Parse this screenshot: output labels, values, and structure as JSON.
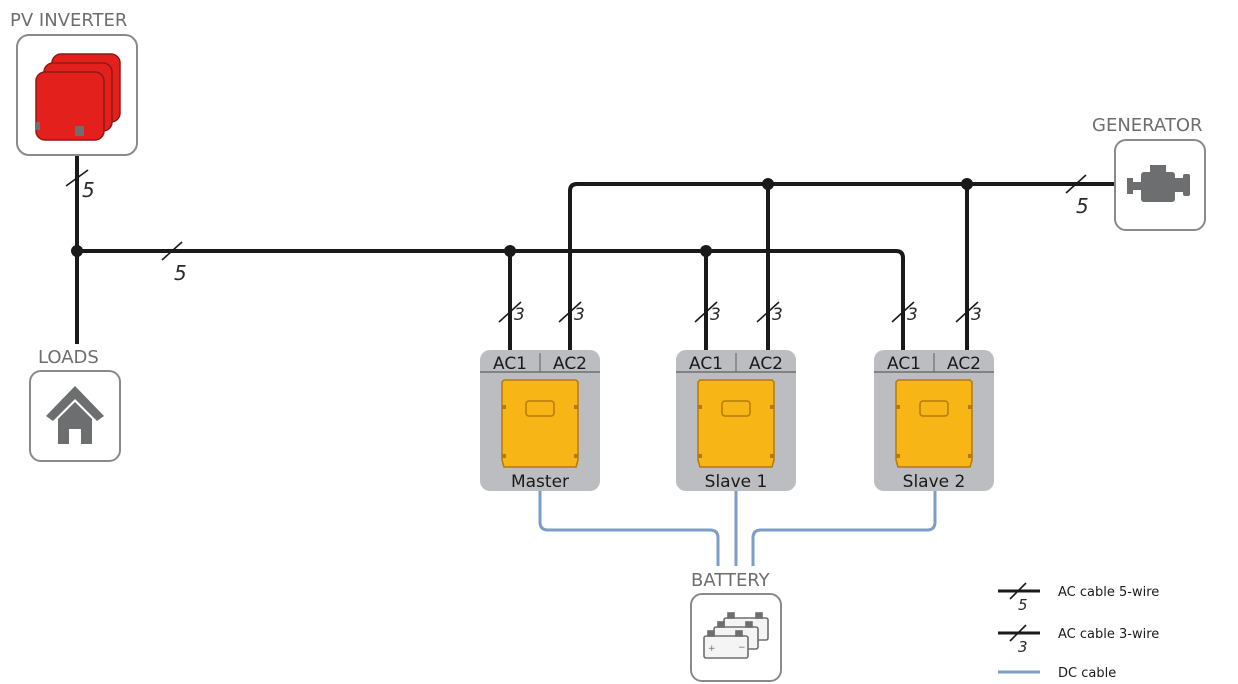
{
  "components": {
    "pv_inverter": "PV INVERTER",
    "generator": "GENERATOR",
    "loads": "LOADS",
    "battery": "BATTERY"
  },
  "units": [
    {
      "name": "Master",
      "port1": "AC1",
      "port2": "AC2"
    },
    {
      "name": "Slave 1",
      "port1": "AC1",
      "port2": "AC2"
    },
    {
      "name": "Slave 2",
      "port1": "AC1",
      "port2": "AC2"
    }
  ],
  "wire_counts": {
    "pv_line": "5",
    "main_line": "5",
    "generator_line": "5",
    "branch": "3"
  },
  "legend": [
    {
      "number": "5",
      "label": "AC cable 5-wire"
    },
    {
      "number": "3",
      "label": "AC cable 3-wire"
    },
    {
      "number": "",
      "label": "DC cable"
    }
  ],
  "colors": {
    "ac_cable": "#1a1a1a",
    "dc_cable": "#7d9dc4",
    "inverter_body": "#f8b616",
    "pv_red": "#e3201b",
    "icon_gray": "#6d6e70"
  }
}
